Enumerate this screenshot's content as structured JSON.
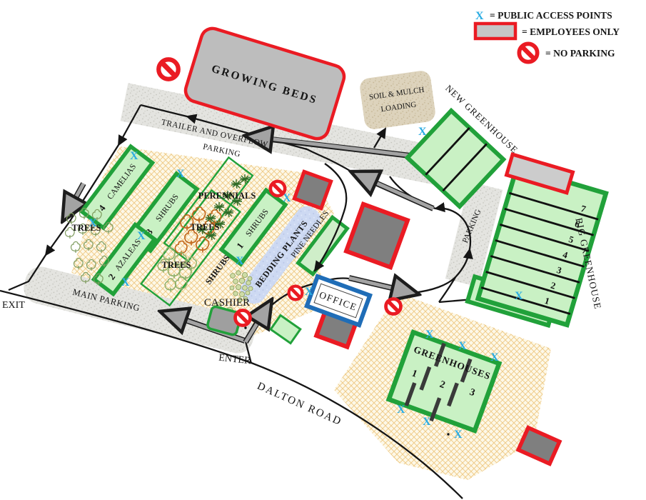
{
  "symbols": {
    "x": "X"
  },
  "legend": {
    "x": "X",
    "public_access": "= PUBLIC ACCESS POINTS",
    "employees_only": "= EMPLOYEES ONLY",
    "no_parking": "= NO PARKING"
  },
  "labels": {
    "growing_beds": "GROWING  BEDS",
    "trailer_parking_1": "TRAILER AND OVERFLOW",
    "trailer_parking_2": "PARKING",
    "main_parking": "MAIN PARKING",
    "side_parking": "PARKING",
    "soil_mulch_1": "SOIL & MULCH",
    "soil_mulch_2": "LOADING",
    "new_greenhouse": "NEW GREENHOUSE",
    "big_greenhouse": "BIG GREENHOUSE",
    "greenhouses": "GREENHOUSES",
    "office": "OFFICE",
    "cashier": "CASHIER",
    "bedding_plants": "BEDDING PLANTS",
    "pine_needles": "PINE NEEDLES",
    "perennials": "PERENNIALS",
    "camelias": "CAMELIAS",
    "azaleas": "AZALEAS",
    "shrubs": "SHRUBS",
    "trees": "TREES",
    "enter": "ENTER",
    "exit": "EXIT",
    "dalton_road": "DALTON ROAD"
  },
  "numbers": {
    "camelias_bed": "4",
    "shrubs_bed_upper": "3",
    "azaleas_bed": "2",
    "shrubs_bed_lower": "1",
    "big_greenhouse_sections": [
      "7",
      "6",
      "5",
      "4",
      "3",
      "2",
      "1"
    ],
    "greenhouse_bays": [
      "1",
      "2",
      "3"
    ]
  },
  "colors": {
    "public_access_x": "#2bace2",
    "greenhouse_fill": "#c9f1c4",
    "greenhouse_border": "#21a13a",
    "employees_red": "#ea1b23",
    "employees_gray": "#7f7f7f",
    "growing_beds_gray": "#bdbdbd",
    "office_blue": "#1f6db7",
    "hatch_background": "#fdf8e8",
    "bedding_plants_fill": "#cdd9f2"
  }
}
